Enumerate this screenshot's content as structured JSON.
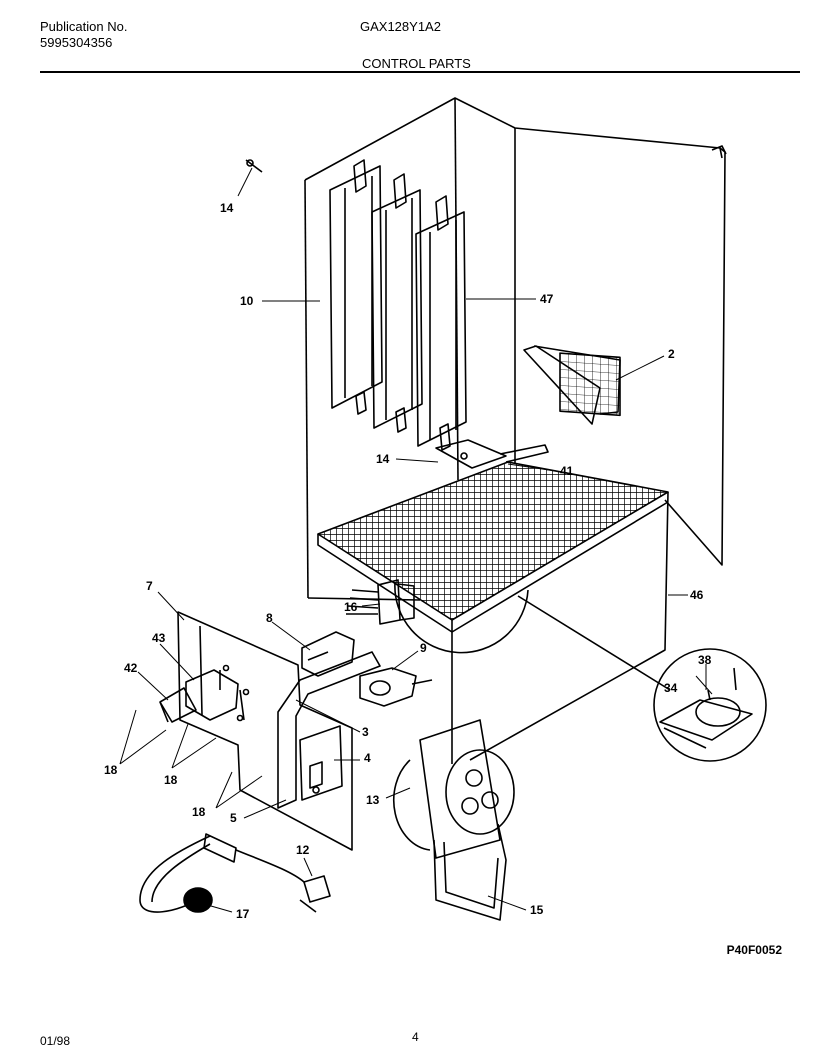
{
  "header": {
    "publication_label": "Publication No.",
    "publication_number": "5995304356",
    "model": "GAX128Y1A2",
    "section_title": "CONTROL PARTS"
  },
  "diagram": {
    "callouts": [
      "14",
      "10",
      "47",
      "2",
      "14",
      "41",
      "46",
      "7",
      "16",
      "8",
      "9",
      "43",
      "42",
      "38",
      "34",
      "3",
      "4",
      "18",
      "18",
      "18",
      "13",
      "5",
      "12",
      "17",
      "15"
    ],
    "drawing_code": "P40F0052"
  },
  "footer": {
    "date": "01/98",
    "page": "4"
  }
}
